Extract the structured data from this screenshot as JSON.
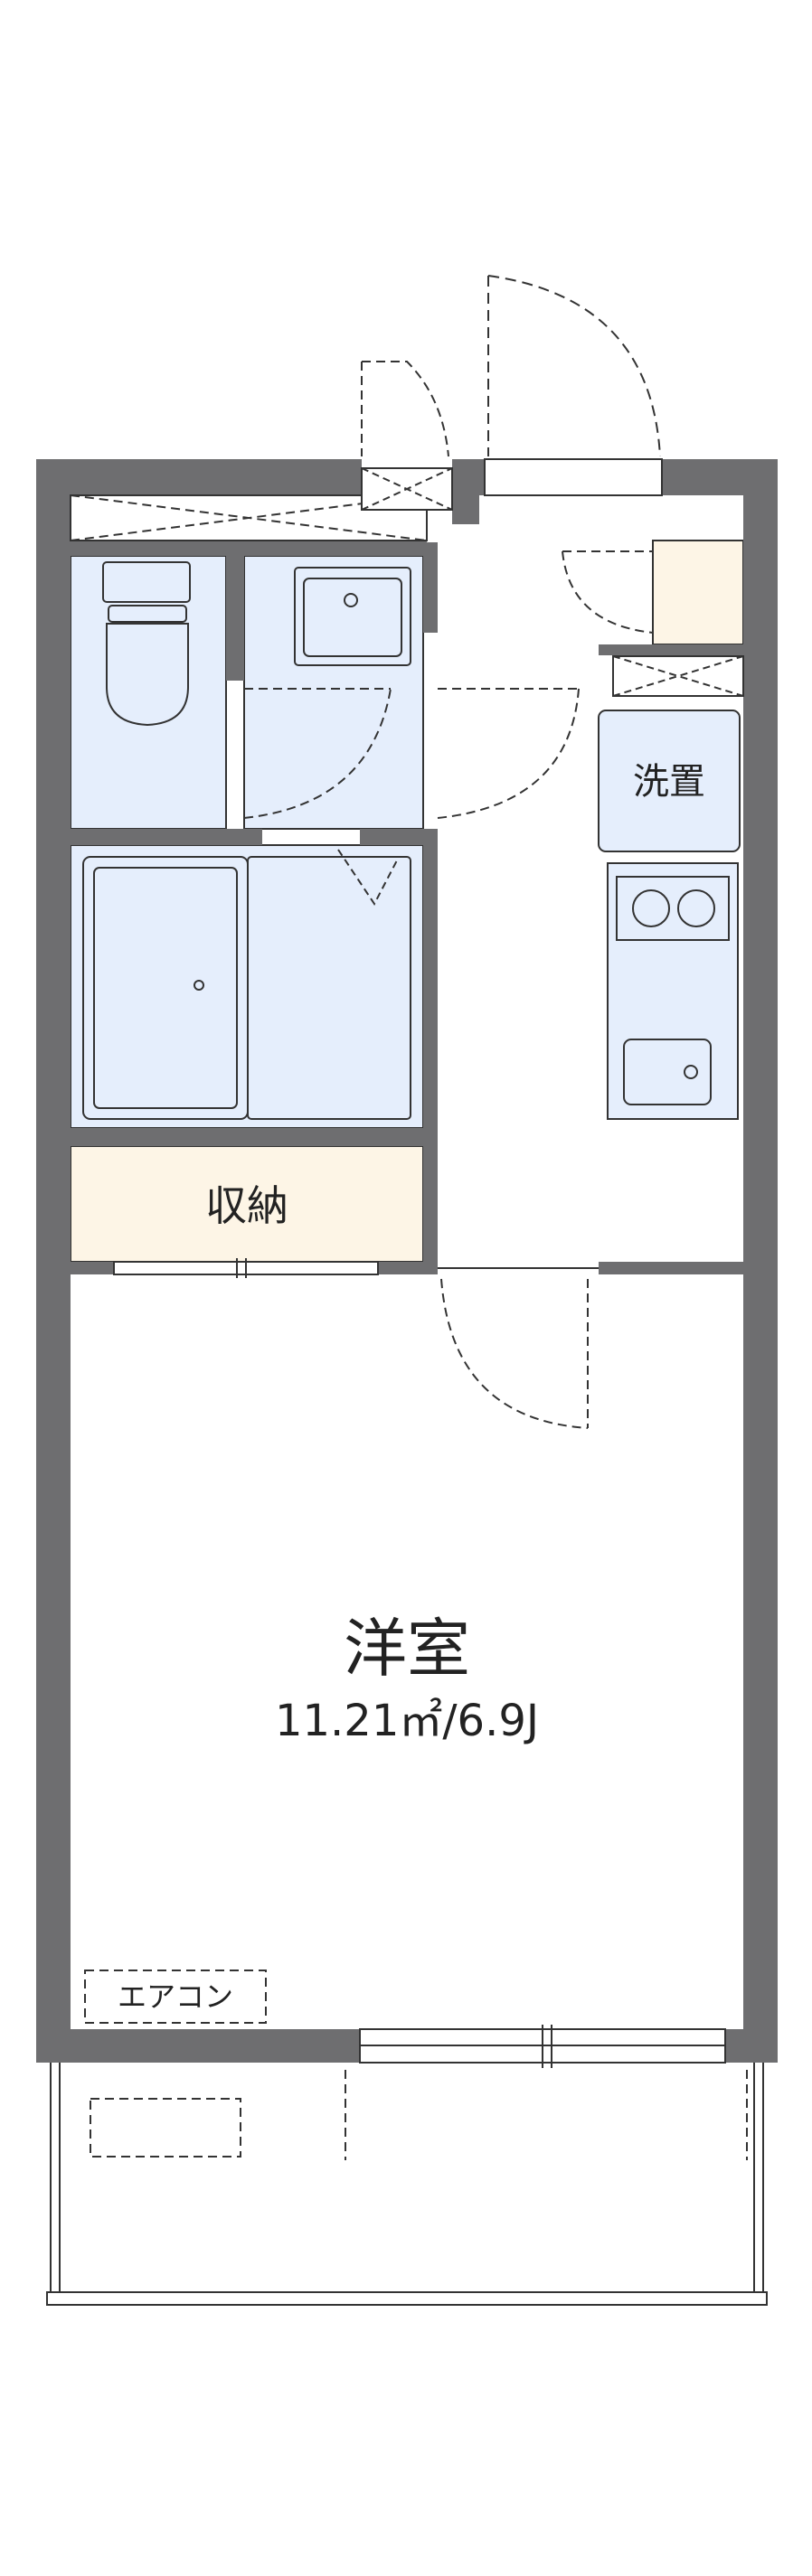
{
  "rooms": {
    "western_room": {
      "name": "洋室",
      "area": "11.21㎡/6.9J"
    },
    "storage": {
      "name": "収納"
    },
    "washer": {
      "name": "洗置"
    },
    "air_conditioner": {
      "name": "エアコン"
    }
  },
  "colors": {
    "wall": "#6e6e70",
    "wet_area": "#e5eefc",
    "storage": "#fdf5e6",
    "fixture_stroke": "#333333",
    "background": "#ffffff"
  }
}
